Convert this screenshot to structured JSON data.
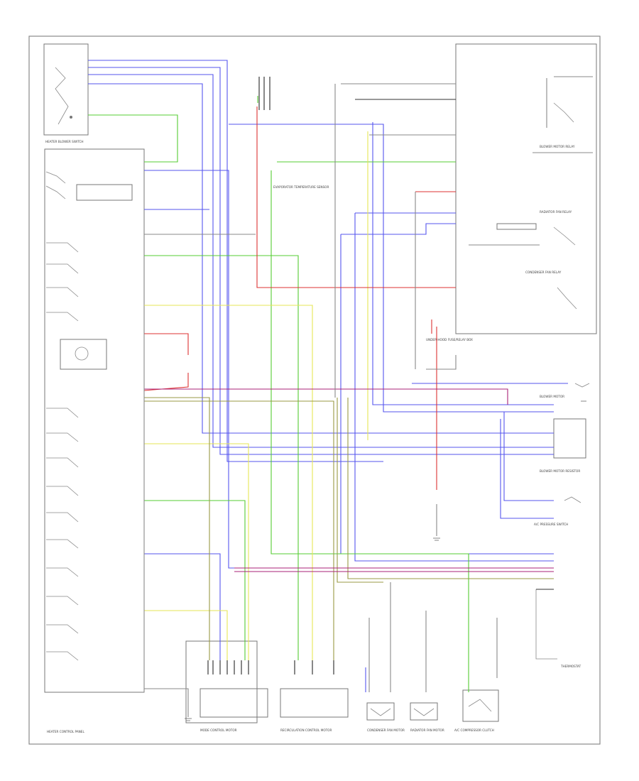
{
  "diagram": {
    "title": "",
    "footer_code": "",
    "components": {
      "heater_blower_switch": "HEATER BLOWER SWITCH",
      "heater_control_panel": "HEATER CONTROL PANEL",
      "mode_control_motor": "MODE CONTROL MOTOR",
      "recirculation_control_motor": "RECIRCULATION CONTROL MOTOR",
      "evaporator_temp_sensor": "EVAPORATOR TEMPERATURE SENSOR",
      "blower_motor_relay": "BLOWER MOTOR RELAY",
      "radiator_fan_relay": "RADIATOR FAN RELAY",
      "condenser_fan_relay": "CONDENSER FAN RELAY",
      "underhood_fuse_relay_box": "UNDER-HOOD FUSE/RELAY BOX",
      "blower_motor": "BLOWER MOTOR",
      "blower_motor_resistor": "BLOWER MOTOR RESISTOR",
      "ac_pressure_switch": "A/C PRESSURE SWITCH",
      "condenser_fan_motor": "CONDENSER FAN MOTOR",
      "radiator_fan_motor": "RADIATOR FAN MOTOR",
      "ac_compressor_clutch": "A/C COMPRESSOR CLUTCH",
      "thermostat": "THERMOSTAT"
    },
    "wire_colors": {
      "green": "#55cc33",
      "blue": "#5555ee",
      "yellow": "#e6e655",
      "red": "#dd3333",
      "magenta": "#aa2277",
      "olive": "#999944",
      "gray": "#888888",
      "black": "#222222"
    }
  }
}
